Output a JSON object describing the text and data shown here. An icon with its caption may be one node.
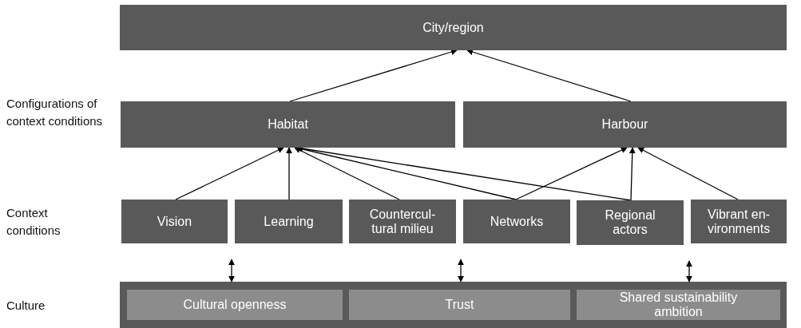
{
  "diagram": {
    "nodes": [
      {
        "text": [
          "City/region"
        ]
      },
      {
        "text": [
          "Habitat"
        ]
      },
      {
        "text": [
          "Harbour"
        ]
      },
      {
        "text": [
          "Vision"
        ]
      },
      {
        "text": [
          "Learning"
        ]
      },
      {
        "text": [
          "Countercul-tural milieu"
        ]
      },
      {
        "text": [
          "Networks"
        ]
      },
      {
        "text": [
          "Regional actors"
        ]
      },
      {
        "text": [
          "Vibrant en-vironments"
        ]
      },
      {
        "text": [],
        "shape": "bar"
      },
      {
        "text": [
          "Cultural openness"
        ],
        "in": 9
      },
      {
        "text": [
          "Trust"
        ],
        "in": 9
      },
      {
        "text": [
          "Shared sustainability ambition"
        ],
        "in": 9
      }
    ],
    "edges": [
      {
        "from": 1,
        "to": 0,
        "arrow": "to"
      },
      {
        "from": 2,
        "to": 0,
        "arrow": "to"
      },
      {
        "from": 3,
        "to": 1,
        "arrow": "to"
      },
      {
        "from": 4,
        "to": 1,
        "arrow": "to"
      },
      {
        "from": 5,
        "to": 1,
        "arrow": "to"
      },
      {
        "from": 6,
        "to": 1,
        "arrow": "to"
      },
      {
        "from": 7,
        "to": 1,
        "arrow": "to"
      },
      {
        "from": 6,
        "to": 2,
        "arrow": "to"
      },
      {
        "from": 7,
        "to": 2,
        "arrow": "to"
      },
      {
        "from": 8,
        "to": 2,
        "arrow": "to"
      },
      {
        "from": 3,
        "to": 9,
        "arrow": "both"
      },
      {
        "from": 5,
        "to": 9,
        "arrow": "both"
      },
      {
        "from": 7,
        "to": 9,
        "arrow": "both"
      }
    ],
    "labels": [
      "Configurations of context conditions",
      "Context conditions",
      "Culture"
    ]
  }
}
